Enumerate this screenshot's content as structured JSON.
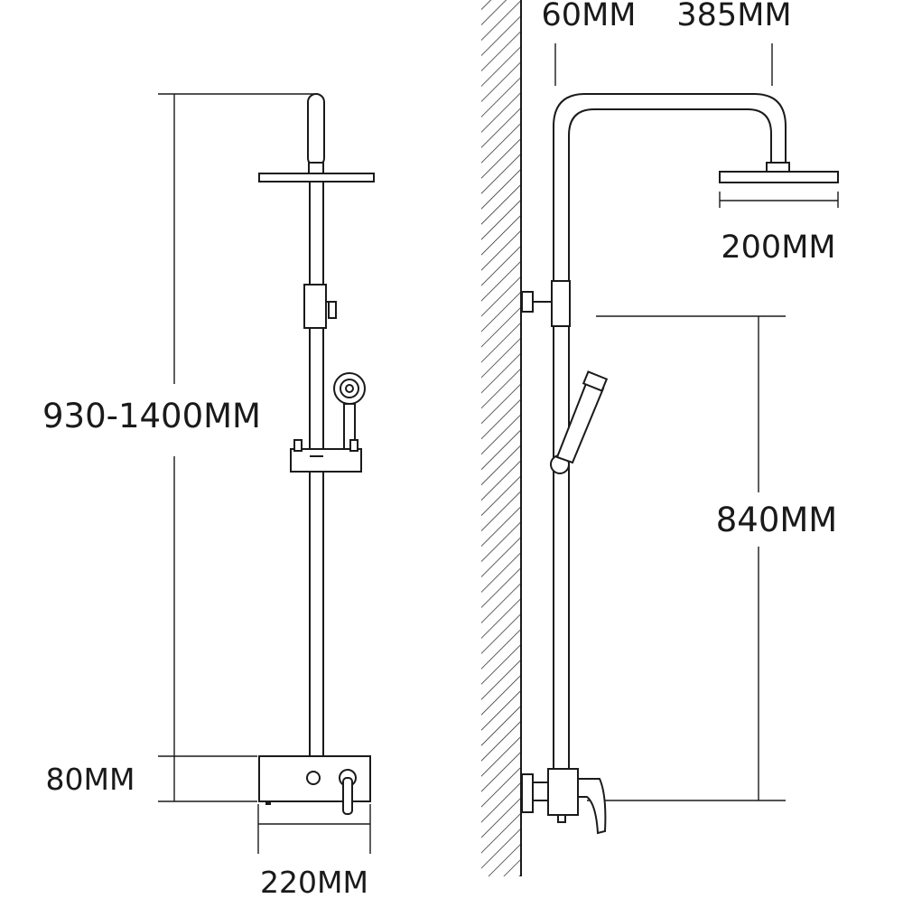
{
  "labels": {
    "height_range": "930-1400MM",
    "mixer_height": "80MM",
    "mixer_width": "220MM",
    "wall_offset": "60MM",
    "arm_length": "385MM",
    "head_diameter": "200MM",
    "outlet_to_mixer": "840MM"
  },
  "colors": {
    "line": "#1a1a1a",
    "background": "#ffffff"
  }
}
